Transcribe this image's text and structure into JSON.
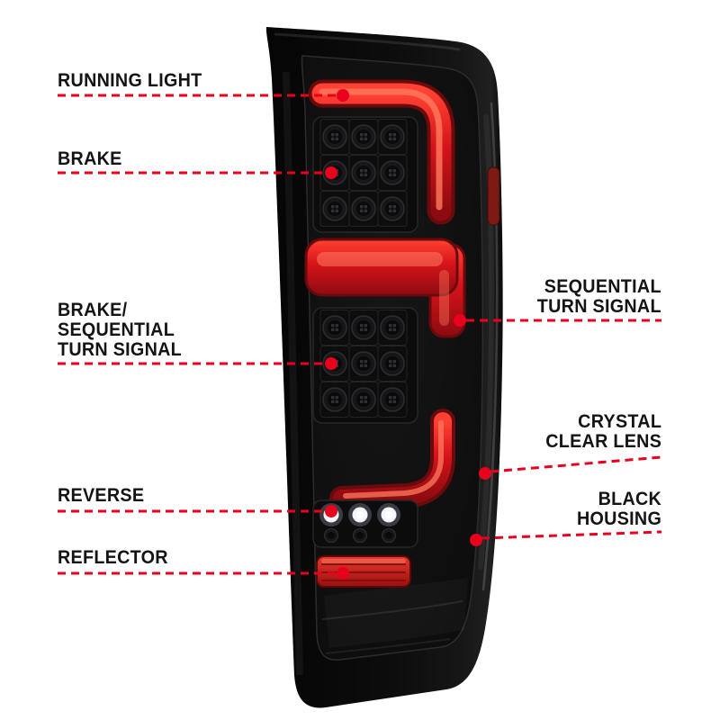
{
  "page": {
    "background": "#ffffff"
  },
  "product": {
    "kind": "truck-tail-light",
    "colors": {
      "housing_black": "#0a0a0a",
      "light_bar_red": "#d5131a",
      "reflector_red": "#c8101a",
      "reverse_led_white": "#f4f7ff"
    }
  },
  "callouts": {
    "line_color": "#e8001c",
    "left": [
      {
        "label": "RUNNING LIGHT"
      },
      {
        "label": "BRAKE"
      },
      {
        "label": "BRAKE/\nSEQUENTIAL\nTURN SIGNAL"
      },
      {
        "label": "REVERSE"
      },
      {
        "label": "REFLECTOR"
      }
    ],
    "right": [
      {
        "label": "SEQUENTIAL\nTURN SIGNAL"
      },
      {
        "label": "CRYSTAL\nCLEAR LENS"
      },
      {
        "label": "BLACK\nHOUSING"
      }
    ]
  }
}
